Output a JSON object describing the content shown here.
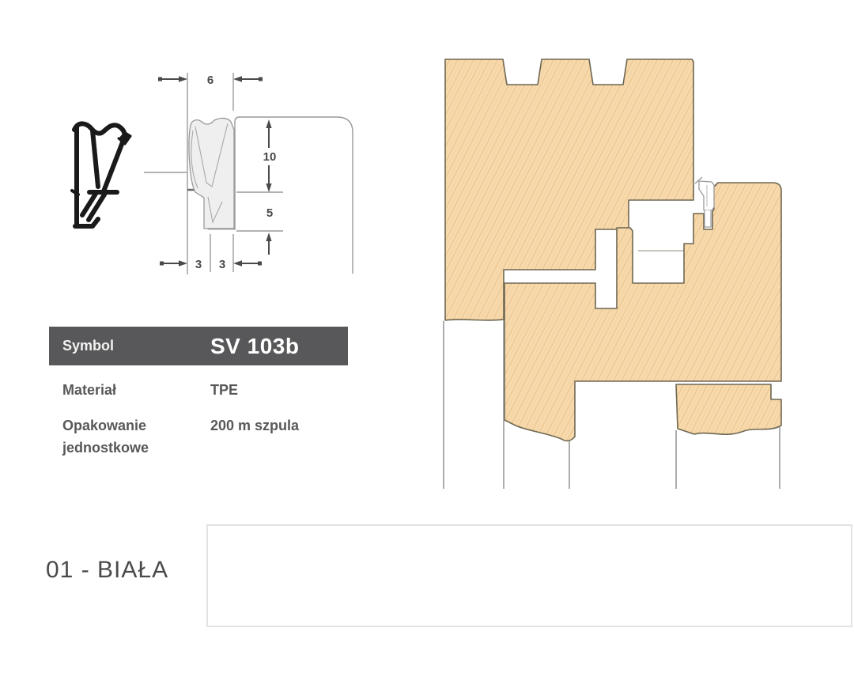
{
  "product": {
    "symbol_label": "Symbol",
    "symbol_value": "SV 103b",
    "material_label": "Materiał",
    "material_value": "TPE",
    "packaging_label_line1": "Opakowanie",
    "packaging_label_line2": "jednostkowe",
    "packaging_value": "200 m szpula"
  },
  "color_variant": {
    "code_and_name": "01 - BIAŁA",
    "swatch_color": "#ffffff"
  },
  "dimensions": {
    "width_top": "6",
    "height_upper": "10",
    "height_lower": "5",
    "width_bottom_left": "3",
    "width_bottom_right": "3"
  },
  "icons": {
    "seal_profile_icon": "gasket-cross-section-silhouette"
  },
  "colors": {
    "table_header_bg": "#58585a",
    "table_header_text": "#ffffff",
    "body_text": "#58585a",
    "variant_text": "#4a4a4a",
    "wood_fill": "#f7d9ac",
    "wood_grain": "#eac48d",
    "wood_outline": "#6e6753",
    "drawing_line": "#999999",
    "drawing_dark": "#4a4a4a",
    "swatch_border": "#e3e3e3"
  }
}
